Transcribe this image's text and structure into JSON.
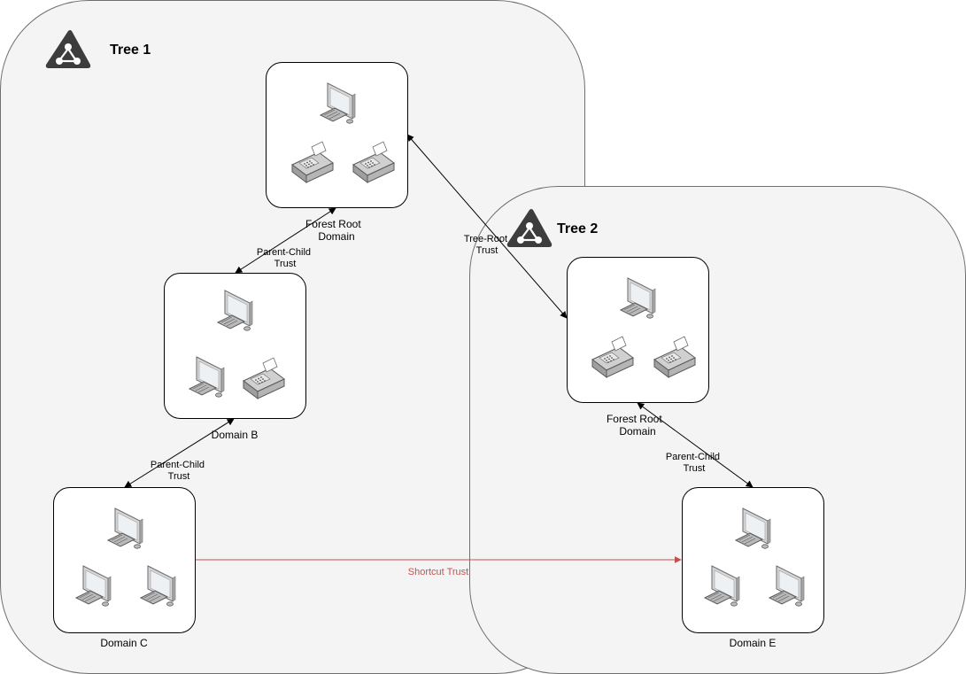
{
  "trees": [
    {
      "title": "Tree 1"
    },
    {
      "title": "Tree 2"
    }
  ],
  "domains": [
    {
      "id": "forest-root-1",
      "label_line1": "Forest Root",
      "label_line2": "Domain"
    },
    {
      "id": "domain-b",
      "label_line1": "Domain B",
      "label_line2": ""
    },
    {
      "id": "domain-c",
      "label_line1": "Domain C",
      "label_line2": ""
    },
    {
      "id": "forest-root-2",
      "label_line1": "Forest Root",
      "label_line2": "Domain"
    },
    {
      "id": "domain-e",
      "label_line1": "Domain E",
      "label_line2": ""
    }
  ],
  "trusts": [
    {
      "id": "parent-child-1",
      "line1": "Parent-Child",
      "line2": "Trust"
    },
    {
      "id": "parent-child-2",
      "line1": "Parent-Child",
      "line2": "Trust"
    },
    {
      "id": "tree-root",
      "line1": "Tree-Root",
      "line2": "Trust"
    },
    {
      "id": "parent-child-3",
      "line1": "Parent-Child",
      "line2": "Trust"
    },
    {
      "id": "shortcut",
      "line1": "Shortcut Trust",
      "line2": ""
    }
  ],
  "colors": {
    "tree_fill": "#f4f4f4",
    "tree_stroke": "#6f6f6f",
    "domain_stroke": "#000000",
    "arrow": "#000000",
    "shortcut": "#c8504b",
    "icon_dark": "#3d3d3d"
  }
}
